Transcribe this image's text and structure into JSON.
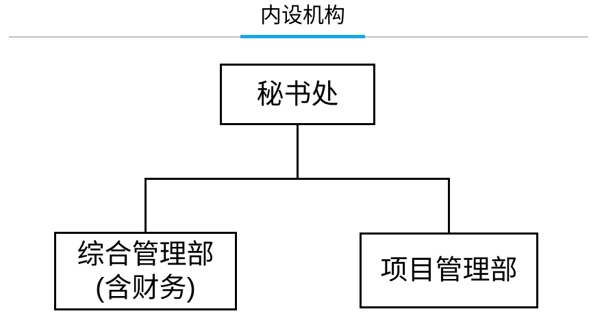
{
  "theme": {
    "accent": "#17a8e4",
    "divider": "#bfbfbf",
    "line": "#000000",
    "background": "#ffffff"
  },
  "header": {
    "title": "内设机构"
  },
  "org": {
    "root": {
      "label": "秘书处"
    },
    "children": [
      {
        "label": "综合管理部",
        "sublabel": "(含财务)"
      },
      {
        "label": "项目管理部"
      }
    ]
  }
}
